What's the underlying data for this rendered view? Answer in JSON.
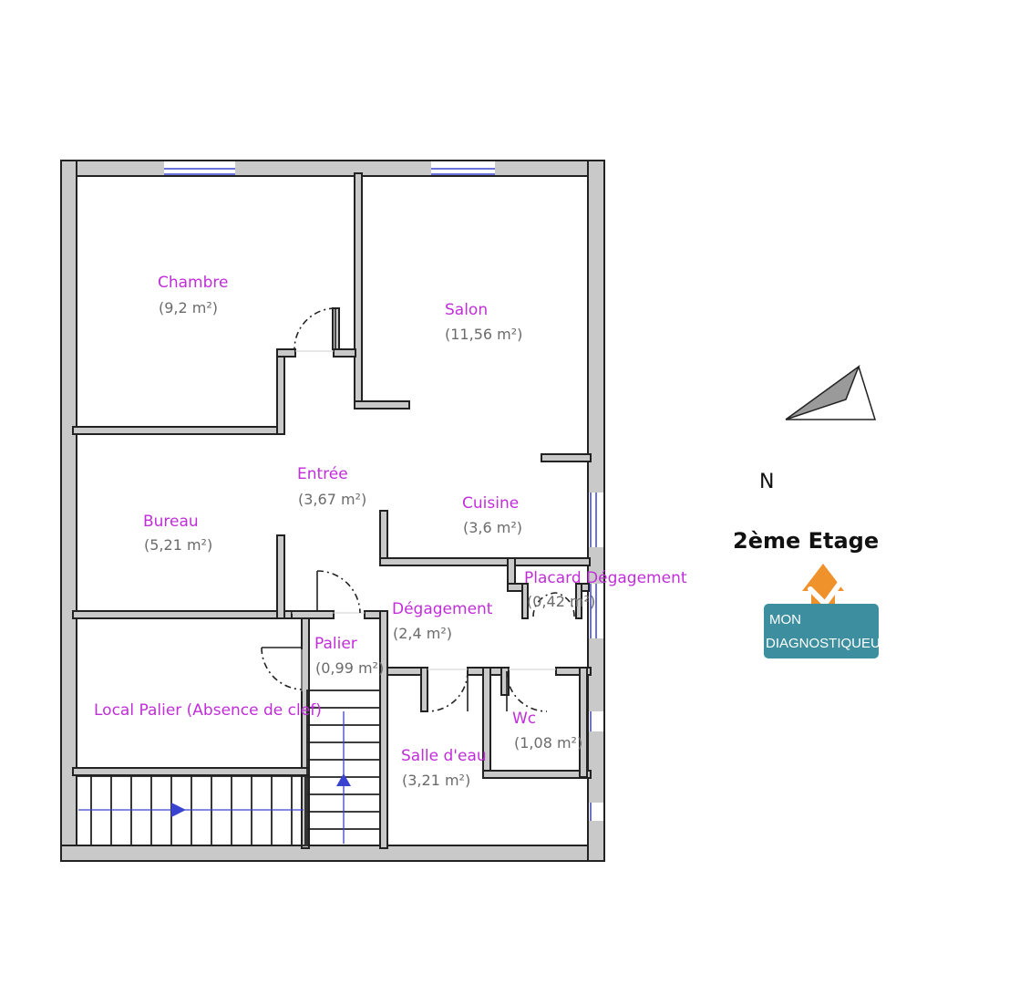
{
  "floor_title": "2ème Etage",
  "north_label": "N",
  "logo": {
    "line1": "MON",
    "line2": "DIAGNOSTIQUEUR"
  },
  "rooms": {
    "chambre": {
      "name": "Chambre",
      "area": "(9,2 m²)"
    },
    "salon": {
      "name": "Salon",
      "area": "(11,56 m²)"
    },
    "entree": {
      "name": "Entrée",
      "area": "(3,67 m²)"
    },
    "bureau": {
      "name": "Bureau",
      "area": "(5,21 m²)"
    },
    "cuisine": {
      "name": "Cuisine",
      "area": "(3,6 m²)"
    },
    "placard": {
      "name": "Placard Dégagement",
      "area": "(0,42 m²)"
    },
    "degagement": {
      "name": "Dégagement",
      "area": "(2,4 m²)"
    },
    "palier": {
      "name": "Palier",
      "area": "(0,99 m²)"
    },
    "local": {
      "name": "Local Palier (Absence de clef)"
    },
    "wc": {
      "name": "Wc",
      "area": "(1,08 m²)"
    },
    "salle_eau": {
      "name": "Salle d'eau",
      "area": "(3,21 m²)"
    }
  },
  "colors": {
    "room_label": "#c02ed8",
    "area_label": "#6b6b6b",
    "wall_fill": "#c9c9c9",
    "window": "#3a43d0",
    "logo_orange": "#f0922b",
    "logo_teal": "#3d8fa0"
  }
}
